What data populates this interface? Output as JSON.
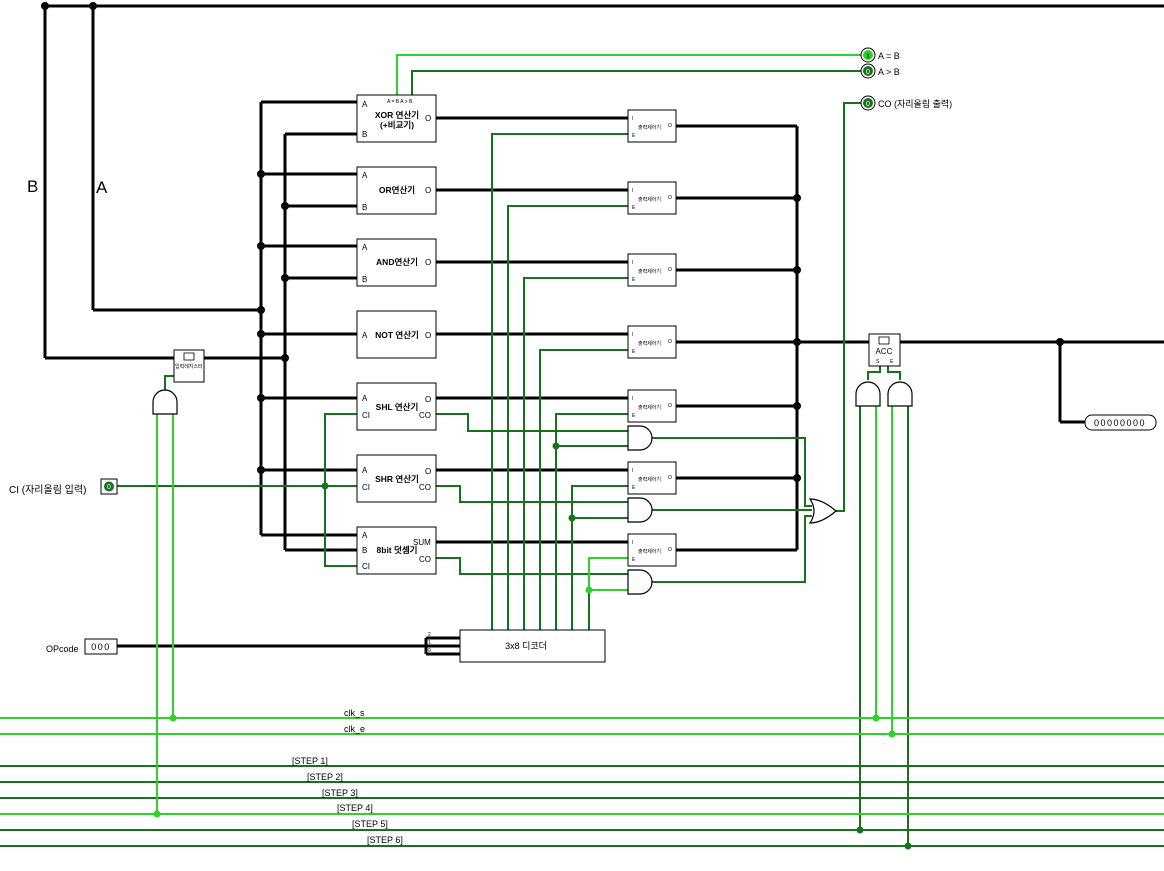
{
  "bus_labels": {
    "b": "B",
    "a": "A"
  },
  "inputs": {
    "ci_label": "CI (자리올림 입력)",
    "ci_value": "0",
    "opcode_label": "OPcode",
    "opcode_value": "000"
  },
  "outputs": {
    "eq_label": "A = B",
    "gt_label": "A > B",
    "co_label": "CO (자리올림 출력)",
    "eq_value": "1",
    "gt_value": "0",
    "co_value": "0",
    "result_value": "00000000"
  },
  "units": {
    "xor_line1": "XOR 연산기",
    "xor_line2": "(+비교기)",
    "xor_top_pins": "A = B A > B",
    "or": "OR연산기",
    "and": "AND연산기",
    "not": "NOT 연산기",
    "shl": "SHL 연산기",
    "shr": "SHR 연산기",
    "adder": "8bit 덧셈기",
    "pin_a": "A",
    "pin_b": "B",
    "pin_ci": "CI",
    "pin_co": "CO",
    "pin_sum": "SUM",
    "pin_o": "O"
  },
  "buffer_label": "출력제어기",
  "buffer_pins": {
    "i": "I",
    "e": "E",
    "o": "O"
  },
  "decoder_label": "3x8 디코더",
  "decoder_pins": [
    "2",
    "1",
    "0"
  ],
  "register_input_label": "입력레지스터",
  "acc_label": "ACC",
  "acc_pins": [
    "S",
    "E"
  ],
  "chip_icon": "[X]",
  "signals": {
    "clk_s": "clk_s",
    "clk_e": "clk_e",
    "step1": "[STEP 1]",
    "step2": "[STEP 2]",
    "step3": "[STEP 3]",
    "step4": "[STEP 4]",
    "step5": "[STEP 5]",
    "step6": "[STEP 6]"
  },
  "colors": {
    "wire": "#000000",
    "active": "#2fd12f",
    "inactive": "#16731c"
  }
}
